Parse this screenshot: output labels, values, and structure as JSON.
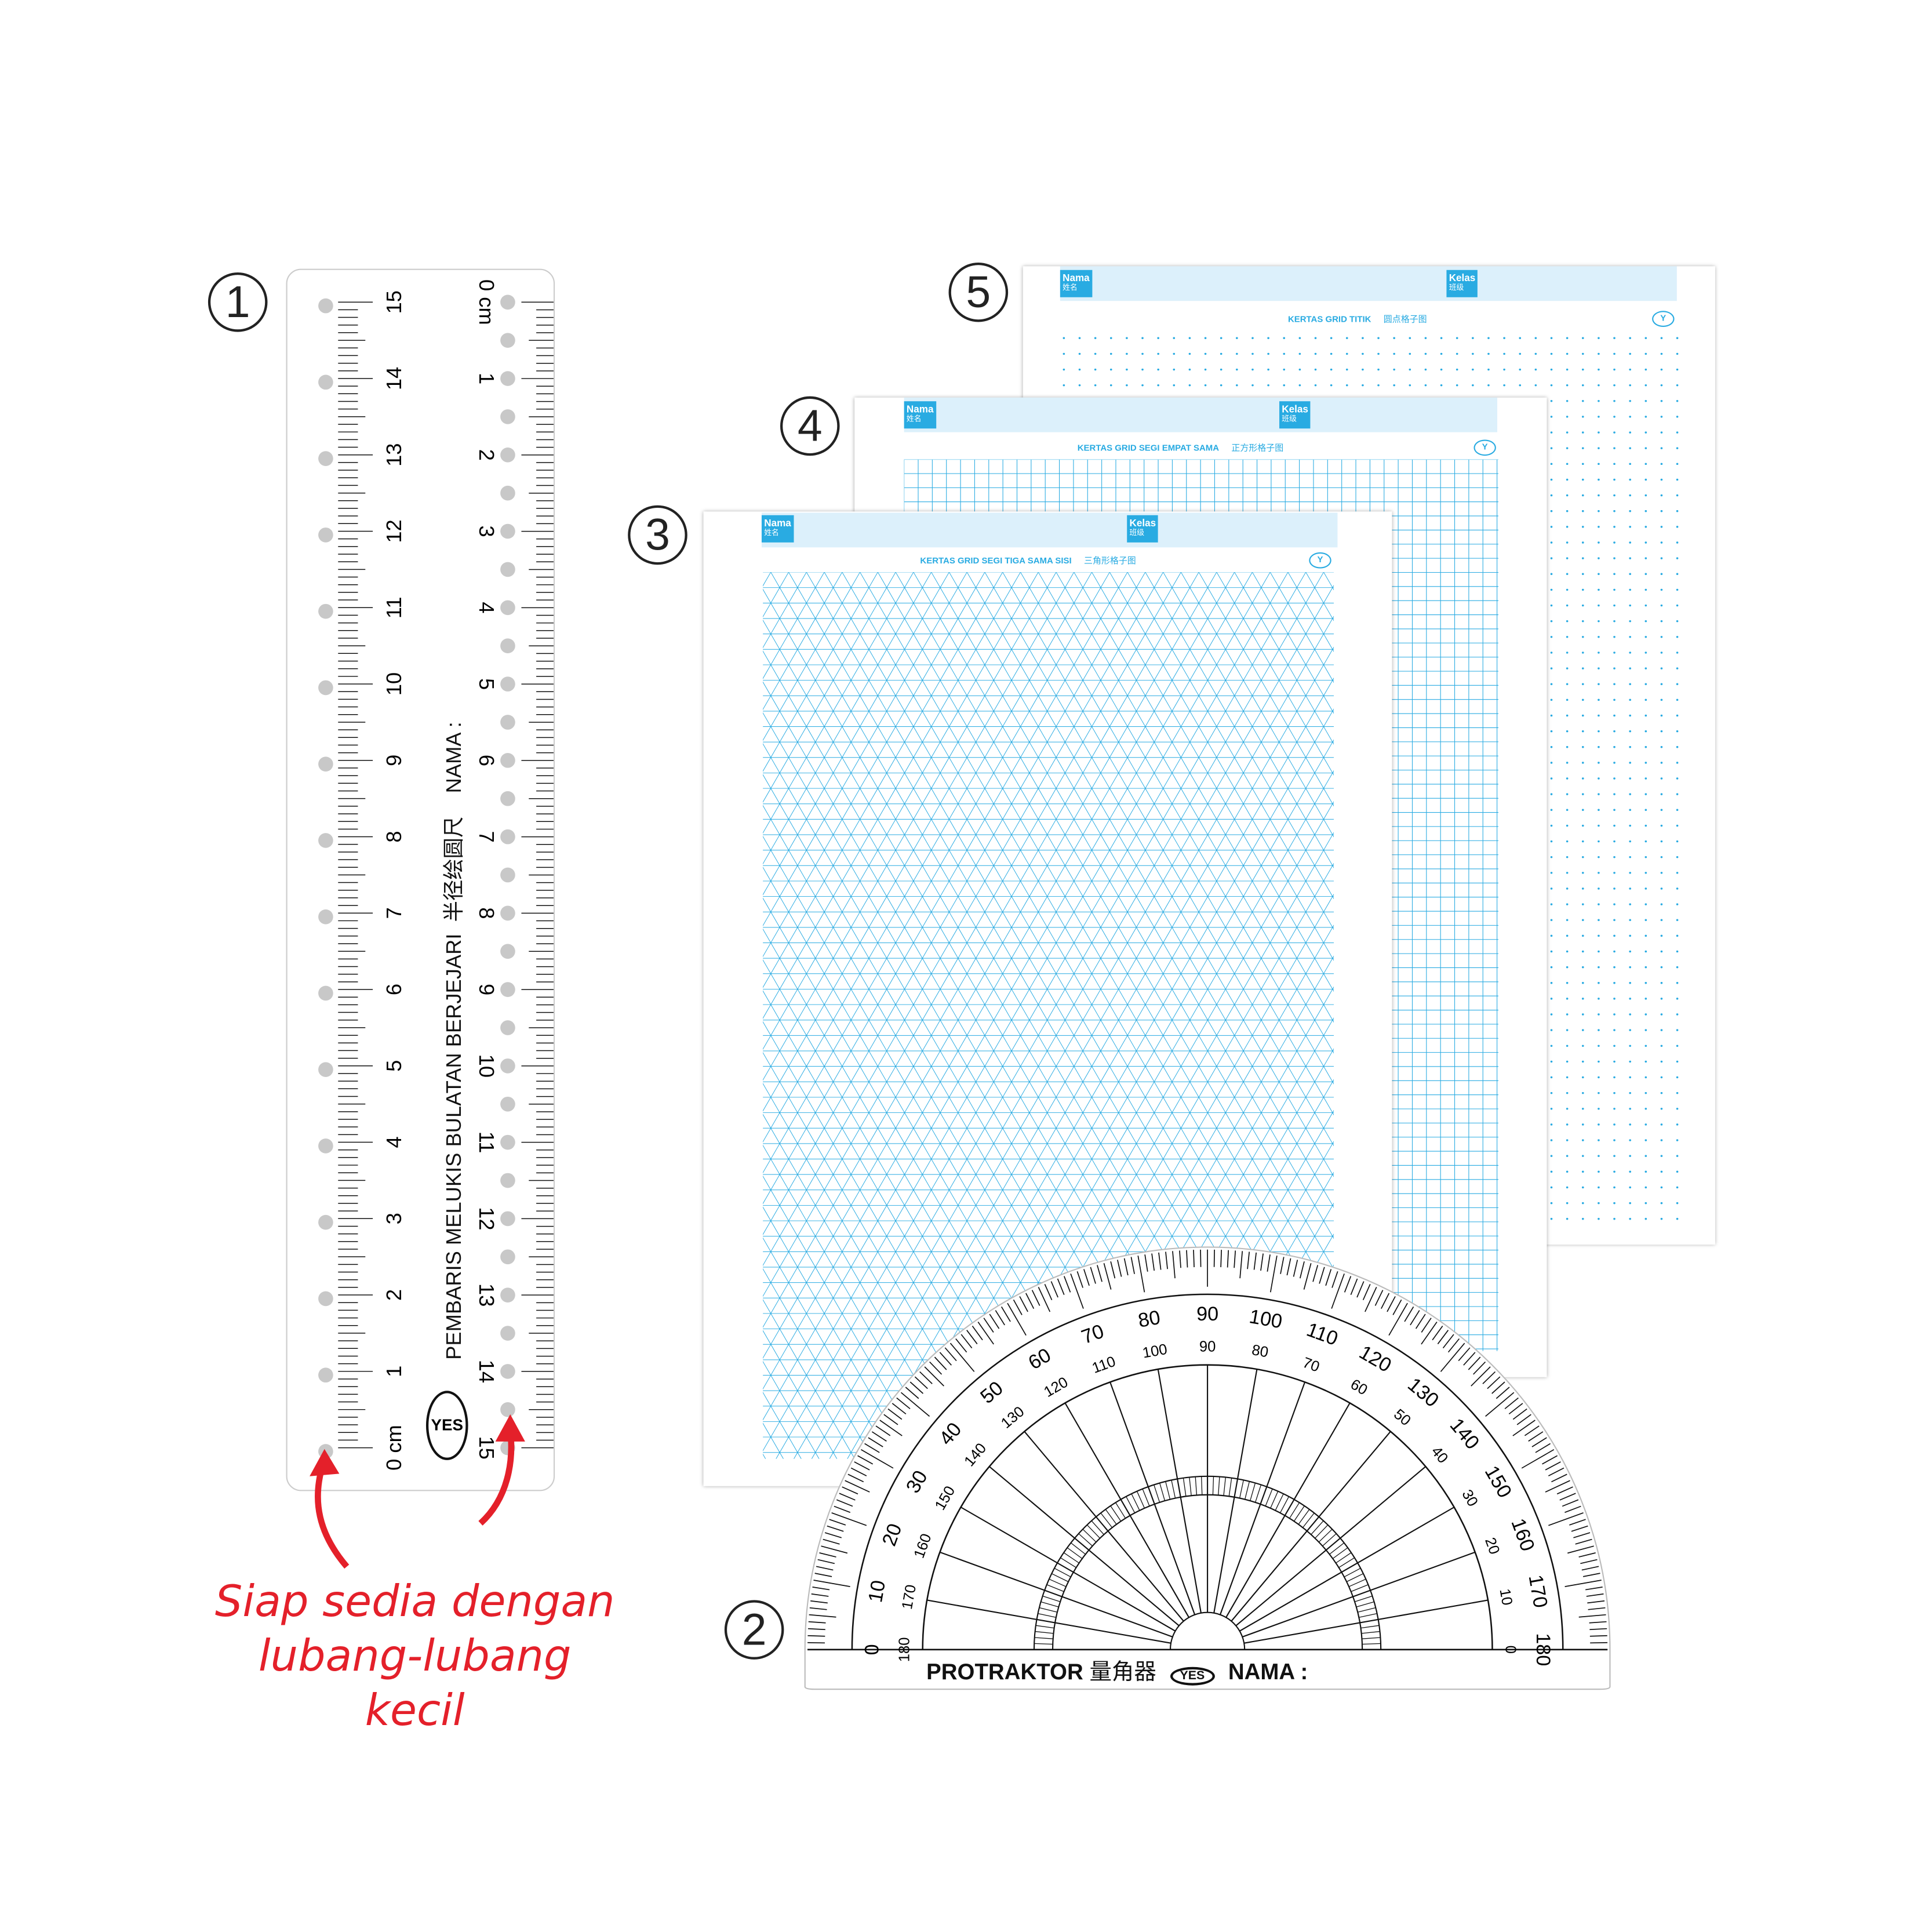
{
  "markers": [
    "1",
    "2",
    "3",
    "4",
    "5"
  ],
  "ruler": {
    "title": "PEMBARIS MELUKIS BULATAN BERJEJARI",
    "title_cn": "半径绘圆尺",
    "name_label": "NAMA :",
    "unit": "cm",
    "max_cm": 15,
    "logo": "YES"
  },
  "sheets": [
    {
      "number": "5",
      "title": "KERTAS GRID TITIK",
      "title_cn": "圆点格子图",
      "type": "dot",
      "name_label": "Nama",
      "name_cn": "姓名",
      "class_label": "Kelas",
      "class_cn": "班级"
    },
    {
      "number": "4",
      "title": "KERTAS GRID SEGI EMPAT SAMA",
      "title_cn": "正方形格子图",
      "type": "square",
      "name_label": "Nama",
      "name_cn": "姓名",
      "class_label": "Kelas",
      "class_cn": "班级"
    },
    {
      "number": "3",
      "title": "KERTAS GRID SEGI TIGA SAMA SISI",
      "title_cn": "三角形格子图",
      "type": "triangle",
      "name_label": "Nama",
      "name_cn": "姓名",
      "class_label": "Kelas",
      "class_cn": "班级"
    }
  ],
  "protractor": {
    "title": "PROTRAKTOR",
    "title_cn": "量角器",
    "name_label": "NAMA :",
    "logo": "YES",
    "max_deg": 180
  },
  "caption": {
    "line1": "Siap sedia dengan",
    "line2": "lubang-lubang kecil"
  },
  "colors": {
    "grid": "#29abe2",
    "band": "#dcf0fb",
    "caption": "#e4202a",
    "hole": "#c8c8c8"
  }
}
